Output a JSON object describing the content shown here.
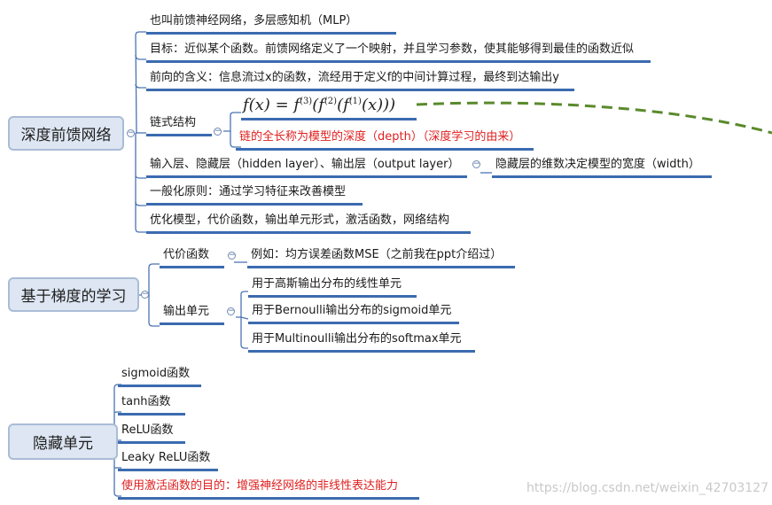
{
  "roots": {
    "deep": "深度前馈网络",
    "gradient": "基于梯度的学习",
    "hidden": "隐藏单元"
  },
  "deep_children": {
    "alias": "也叫前馈神经网络，多层感知机（MLP）",
    "goal": "目标：近似某个函数。前馈网络定义了一个映射，并且学习参数，使其能够得到最佳的函数近似",
    "forward": "前向的含义：信息流过x的函数，流经用于定义f的中间计算过程，最终到达输出y",
    "chain": "链式结构",
    "chain_formula_parts": [
      "f(x) = f",
      "(3)",
      "(f",
      "(2)",
      "(f",
      "(1)",
      "(x)))"
    ],
    "chain_depth": "链的全长称为模型的深度（depth）（深度学习的由来）",
    "layers": "输入层、隐藏层（hidden layer）、输出层（output layer）",
    "width": "隐藏层的维数决定模型的宽度（width）",
    "generalize": "一般化原则：通过学习特征来改善模型",
    "optimize": "优化模型，代价函数，输出单元形式，激活函数，网络结构"
  },
  "gradient_children": {
    "cost": "代价函数",
    "cost_example": "例如：均方误差函数MSE（之前我在ppt介绍过）",
    "output_unit": "输出单元",
    "out_linear": "用于高斯输出分布的线性单元",
    "out_sigmoid": "用于Bernoulli输出分布的sigmoid单元",
    "out_softmax": "用于Multinoulli输出分布的softmax单元"
  },
  "hidden_children": {
    "sigmoid": "sigmoid函数",
    "tanh": "tanh函数",
    "relu": "ReLU函数",
    "leaky": "Leaky ReLU函数",
    "purpose": "使用激活函数的目的：增强神经网络的非线性表达能力"
  },
  "toggle_symbol": "−",
  "watermark": "https://blog.csdn.net/weixin_42703127",
  "colors": {
    "branch": "#3b6bb0",
    "root_fill": "#dde6f2",
    "highlight": "#e02020",
    "dashed_arrow": "#5a8a2c"
  }
}
